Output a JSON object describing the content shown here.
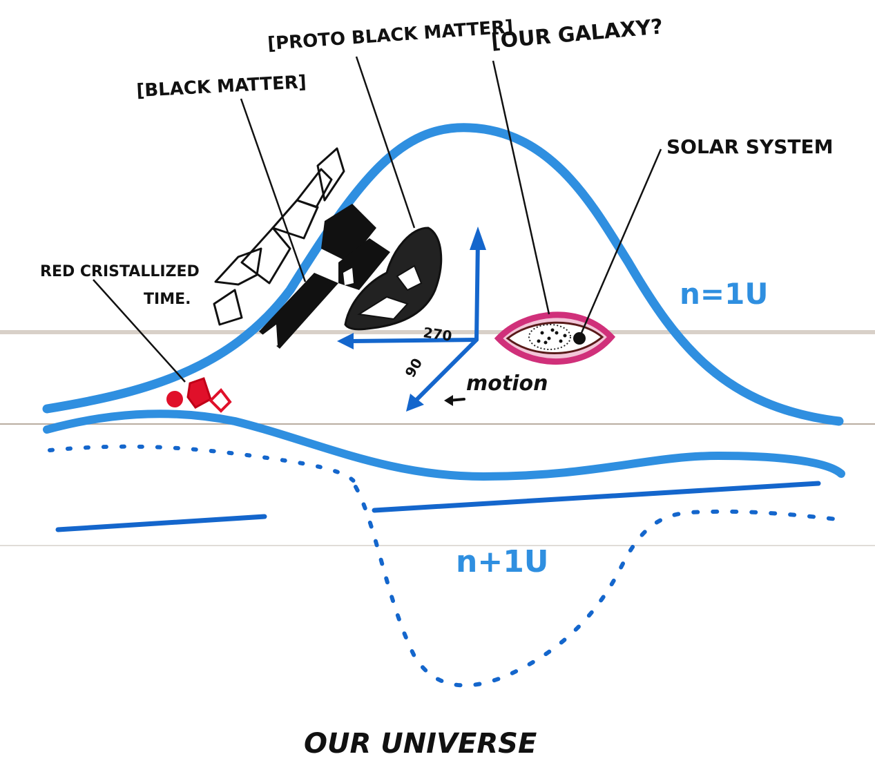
{
  "labels": {
    "black_matter": "[BLACK MATTER]",
    "proto_black_matter": "[PROTO BLACK MATTER]",
    "our_galaxy": "[OUR GALAXY?",
    "solar_system": "SOLAR SYSTEM",
    "red_crystallized_time_line1": "RED CRISTALLIZED",
    "red_crystallized_time_line2": "TIME.",
    "n_equals": "n=1U",
    "n_plus": "n+1U",
    "axis_270": "270",
    "axis_90": "90",
    "motion": "motion",
    "our_universe": "OUR UNIVERSE"
  },
  "colors": {
    "blue_stroke": "#2f8fe0",
    "dark_blue": "#1466cc",
    "ink": "#111111",
    "red": "#e0102a",
    "magenta": "#d0307a",
    "ruled_line": "#c9bfb4"
  }
}
